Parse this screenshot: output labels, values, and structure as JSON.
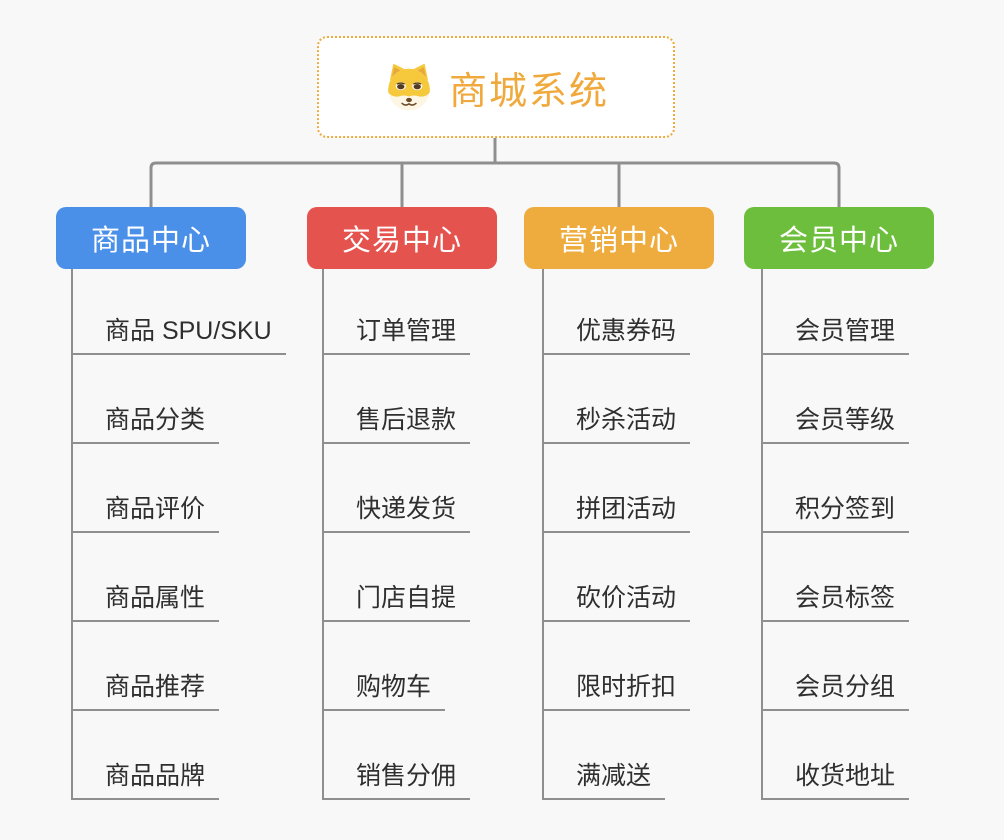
{
  "page": {
    "background_color": "#F8F8F8",
    "connector_color": "#8F8F8F",
    "leaf_text_color": "#2F2F2F",
    "leaf_line_color": "#8F8F8F"
  },
  "root": {
    "title": "商城系统",
    "icon": "dog-face-icon",
    "text_color": "#F0A93C",
    "border_color": "#F0A93C"
  },
  "branches": [
    {
      "label": "商品中心",
      "color": "#4A8FE8",
      "children": [
        "商品 SPU/SKU",
        "商品分类",
        "商品评价",
        "商品属性",
        "商品推荐",
        "商品品牌"
      ]
    },
    {
      "label": "交易中心",
      "color": "#E5534F",
      "children": [
        "订单管理",
        "售后退款",
        "快递发货",
        "门店自提",
        "购物车",
        "销售分佣"
      ]
    },
    {
      "label": "营销中心",
      "color": "#EEAC3E",
      "children": [
        "优惠券码",
        "秒杀活动",
        "拼团活动",
        "砍价活动",
        "限时折扣",
        "满减送"
      ]
    },
    {
      "label": "会员中心",
      "color": "#6CBE3C",
      "children": [
        "会员管理",
        "会员等级",
        "积分签到",
        "会员标签",
        "会员分组",
        "收货地址"
      ]
    }
  ]
}
